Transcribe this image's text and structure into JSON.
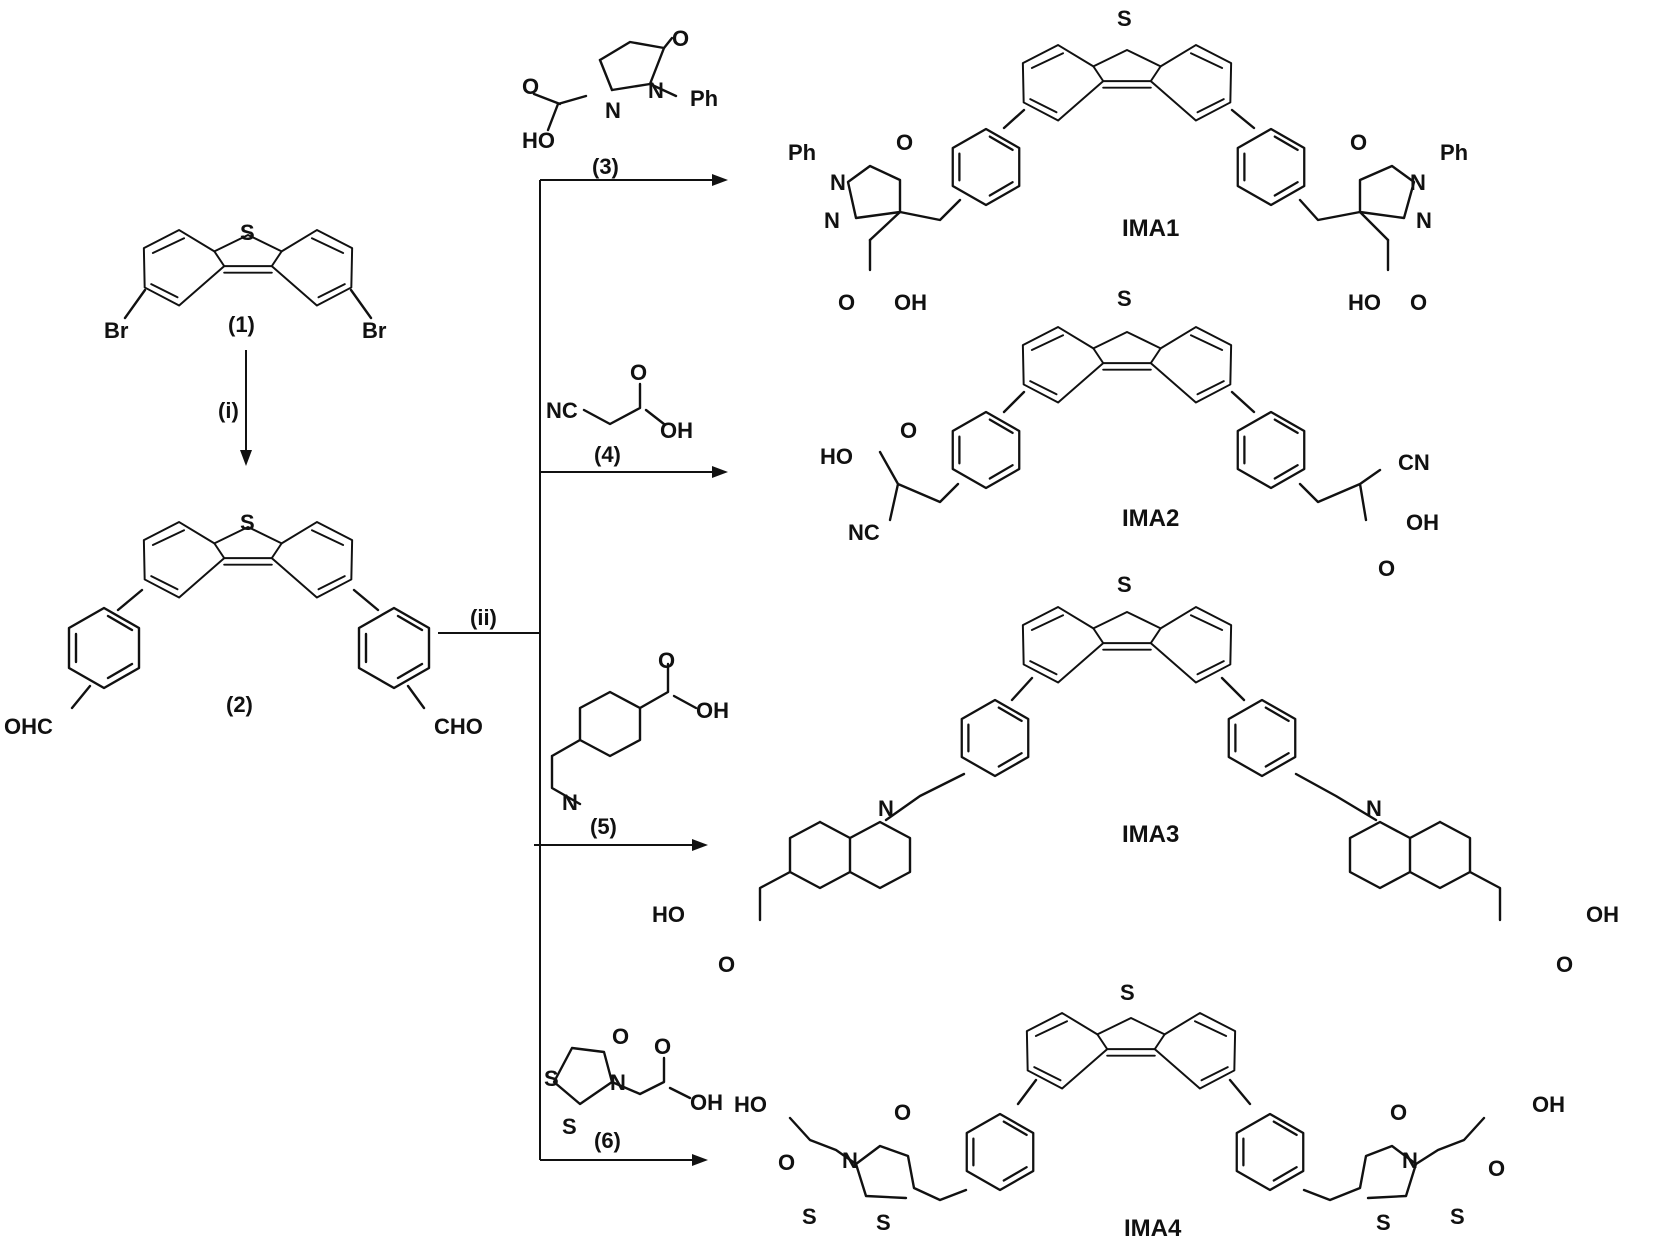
{
  "compounds": {
    "c1": {
      "label": "(1)",
      "subs": [
        "Br",
        "Br"
      ]
    },
    "c2": {
      "label": "(2)",
      "subs": [
        "OHC",
        "CHO"
      ]
    },
    "c3": {
      "label": "(3)",
      "subs": [
        "O",
        "N",
        "N",
        "Ph",
        "HO",
        "O"
      ]
    },
    "c4": {
      "label": "(4)",
      "subs": [
        "NC",
        "O",
        "OH"
      ]
    },
    "c5": {
      "label": "(5)",
      "subs": [
        "N",
        "O",
        "OH"
      ]
    },
    "c6": {
      "label": "(6)",
      "subs": [
        "O",
        "S",
        "N",
        "S",
        "O",
        "OH"
      ]
    }
  },
  "steps": {
    "i": "(i)",
    "ii": "(ii)"
  },
  "products": {
    "ima1": {
      "name": "IMA1",
      "atoms": [
        "S",
        "O",
        "Ph",
        "N",
        "N",
        "O",
        "OH",
        "O",
        "Ph",
        "N",
        "N",
        "HO",
        "O"
      ]
    },
    "ima2": {
      "name": "IMA2",
      "atoms": [
        "S",
        "HO",
        "O",
        "NC",
        "CN",
        "OH",
        "O"
      ]
    },
    "ima3": {
      "name": "IMA3",
      "atoms": [
        "S",
        "N",
        "N",
        "HO",
        "O",
        "OH",
        "O"
      ]
    },
    "ima4": {
      "name": "IMA4",
      "atoms": [
        "S",
        "HO",
        "O",
        "O",
        "N",
        "S",
        "S",
        "OH",
        "O",
        "O",
        "N",
        "S",
        "S"
      ]
    }
  },
  "dibenzothiophene_atom": "S"
}
